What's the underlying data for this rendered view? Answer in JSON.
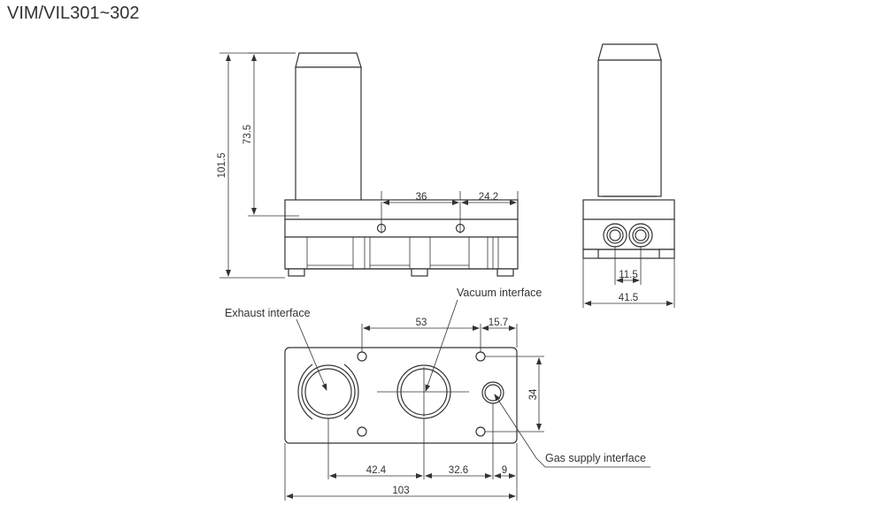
{
  "title": "VIM/VIL301~302",
  "labels": {
    "vacuum": "Vacuum interface",
    "exhaust": "Exhaust interface",
    "gas": "Gas supply interface"
  },
  "dims": {
    "d101_5": "101.5",
    "d73_5": "73.5",
    "d36": "36",
    "d24_2": "24.2",
    "d11_5": "11.5",
    "d41_5": "41.5",
    "d53": "53",
    "d15_7": "15.7",
    "d34": "34",
    "d42_4": "42.4",
    "d32_6": "32.6",
    "d9": "9",
    "d103": "103"
  }
}
